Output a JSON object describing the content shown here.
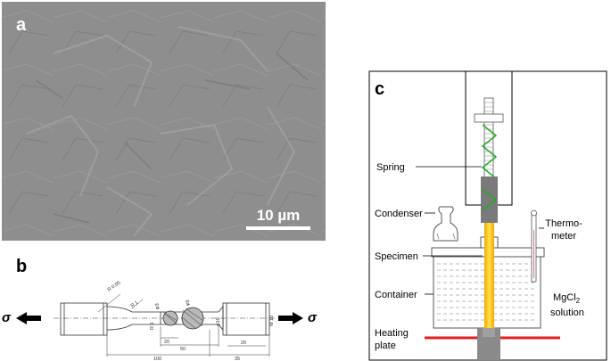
{
  "panel_a": {
    "label": "a",
    "scale_bar_label": "10 µm"
  },
  "panel_b": {
    "label": "b",
    "stress_left": "σ",
    "stress_right": "σ",
    "dimensions": {
      "r_top": "R 0.05",
      "r_mid": "R 1",
      "r_small": "R 1",
      "phi3": "φ3",
      "phi5": "φ5",
      "phi10_a": "φ10",
      "phi10_b": "M 10",
      "d20": "20",
      "d50": "50",
      "d20_b": "20",
      "d100": "100",
      "d35": "35"
    }
  },
  "panel_c": {
    "label": "c",
    "labels": {
      "spring": "Spring",
      "condenser": "Condenser",
      "specimen": "Specimen",
      "container": "Container",
      "heating_line1": "Heating",
      "heating_line2": "plate",
      "thermo_line1": "Thermo-",
      "thermo_line2": "meter",
      "solution_line1_main": "MgCl",
      "solution_line1_sub": "2",
      "solution_line2": "solution"
    },
    "colors": {
      "spring": "#22aa22",
      "specimen": "#f5c400",
      "heating_plate": "#e02020",
      "rod": "#808080"
    }
  }
}
